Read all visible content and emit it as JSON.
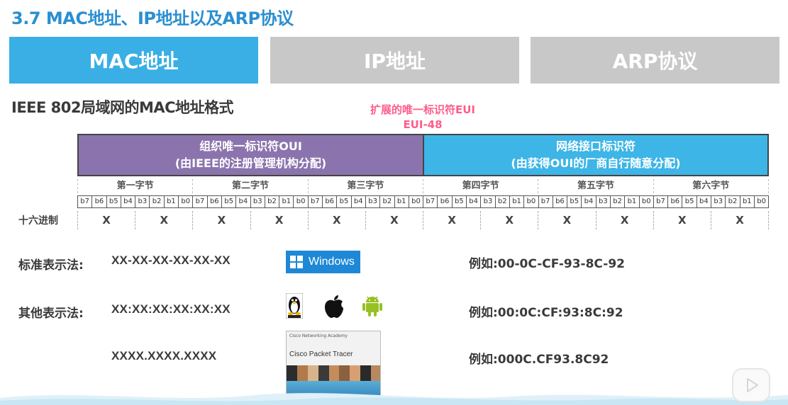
{
  "header": {
    "title": "3.7 MAC地址、IP地址以及ARP协议"
  },
  "tabs": [
    {
      "label": "MAC地址",
      "state": "active"
    },
    {
      "label": "IP地址",
      "state": "inactive"
    },
    {
      "label": "ARP协议",
      "state": "inactive"
    }
  ],
  "section": {
    "title": "IEEE 802局域网的MAC地址格式",
    "eui_line1": "扩展的唯一标识符EUI",
    "eui_line2": "EUI-48"
  },
  "format": {
    "oui": {
      "line1": "组织唯一标识符OUI",
      "line2": "(由IEEE的注册管理机构分配)"
    },
    "nic": {
      "line1": "网络接口标识符",
      "line2": "(由获得OUI的厂商自行随意分配)"
    },
    "bytes": [
      "第一字节",
      "第二字节",
      "第三字节",
      "第四字节",
      "第五字节",
      "第六字节"
    ],
    "bits": [
      "b7",
      "b6",
      "b5",
      "b4",
      "b3",
      "b2",
      "b1",
      "b0"
    ],
    "hex_label": "十六进制",
    "hex_digits": [
      "X",
      "X",
      "X",
      "X",
      "X",
      "X",
      "X",
      "X",
      "X",
      "X",
      "X",
      "X"
    ]
  },
  "notations": {
    "standard": {
      "label": "标准表示法:",
      "format": "XX-XX-XX-XX-XX-XX",
      "example": "例如:00-0C-CF-93-8C-92"
    },
    "other": {
      "label": "其他表示法:",
      "format": "XX:XX:XX:XX:XX:XX",
      "example": "例如:00:0C:CF:93:8C:92"
    },
    "cisco": {
      "format": "XXXX.XXXX.XXXX",
      "example": "例如:000C.CF93.8C92"
    }
  },
  "logos": {
    "windows": "Windows",
    "packet_tracer_header": "Cisco Networking Academy",
    "packet_tracer_title": "Cisco Packet Tracer"
  },
  "icons": [
    "windows-logo-icon",
    "tux-icon",
    "apple-icon",
    "android-icon",
    "packet-tracer-icon",
    "play-icon"
  ],
  "colors": {
    "title": "#2a8fd0",
    "tab_active": "#39afe6",
    "tab_inactive": "#c8c8c8",
    "oui": "#8b74ad",
    "nic": "#3db5e6",
    "eui": "#ff5c8a"
  }
}
